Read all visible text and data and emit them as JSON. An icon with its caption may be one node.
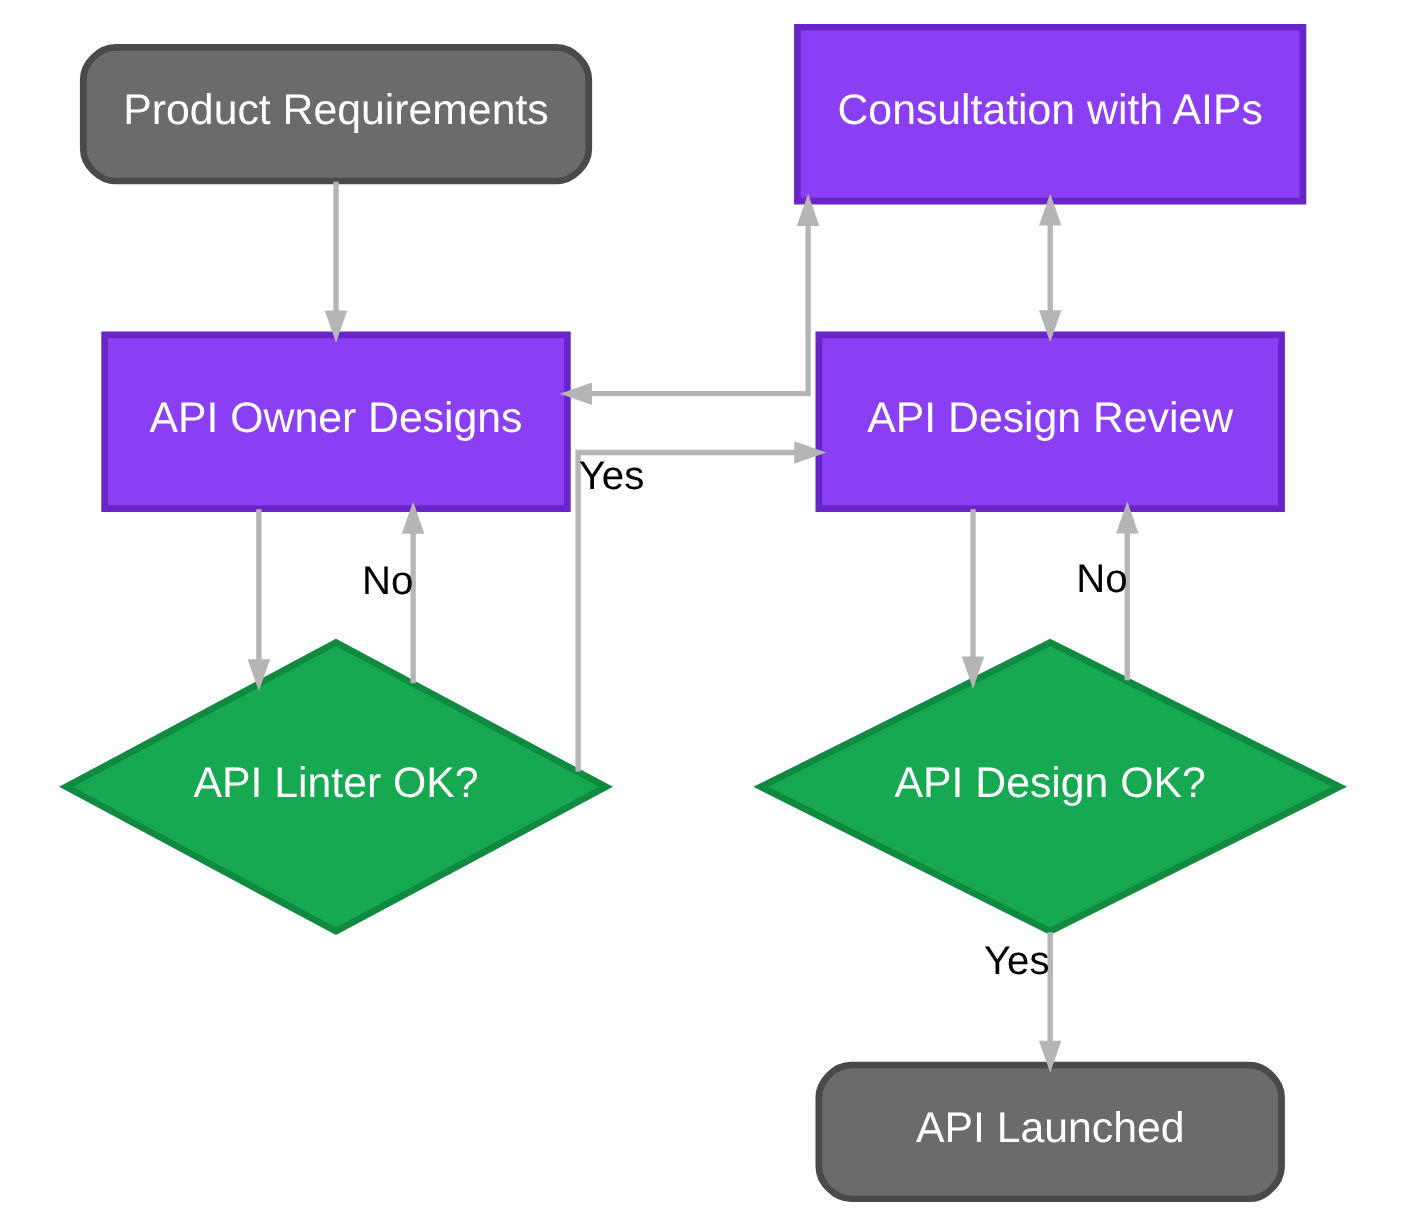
{
  "diagram": {
    "nodes": [
      {
        "text": [
          "Product Requirements"
        ]
      },
      {
        "text": [
          "Consultation with AIPs"
        ]
      },
      {
        "text": [
          "API Owner Designs"
        ]
      },
      {
        "text": [
          "API Design Review"
        ]
      },
      {
        "text": [
          "API Linter OK?"
        ]
      },
      {
        "text": [
          "API Design OK?"
        ]
      },
      {
        "text": [
          "API Launched"
        ]
      }
    ],
    "edges": [
      {
        "from": 0,
        "to": 2,
        "arrow": "to"
      },
      {
        "from": 2,
        "to": 1,
        "arrow": "both"
      },
      {
        "from": 1,
        "to": 3,
        "arrow": "both"
      },
      {
        "from": 2,
        "to": 4,
        "arrow": "to"
      },
      {
        "from": 4,
        "to": 2,
        "arrow": "to",
        "label": "No"
      },
      {
        "from": 4,
        "to": 3,
        "arrow": "to",
        "label": "Yes"
      },
      {
        "from": 3,
        "to": 5,
        "arrow": "to"
      },
      {
        "from": 5,
        "to": 3,
        "arrow": "to",
        "label": "No"
      },
      {
        "from": 5,
        "to": 6,
        "arrow": "to",
        "label": "Yes"
      }
    ]
  }
}
